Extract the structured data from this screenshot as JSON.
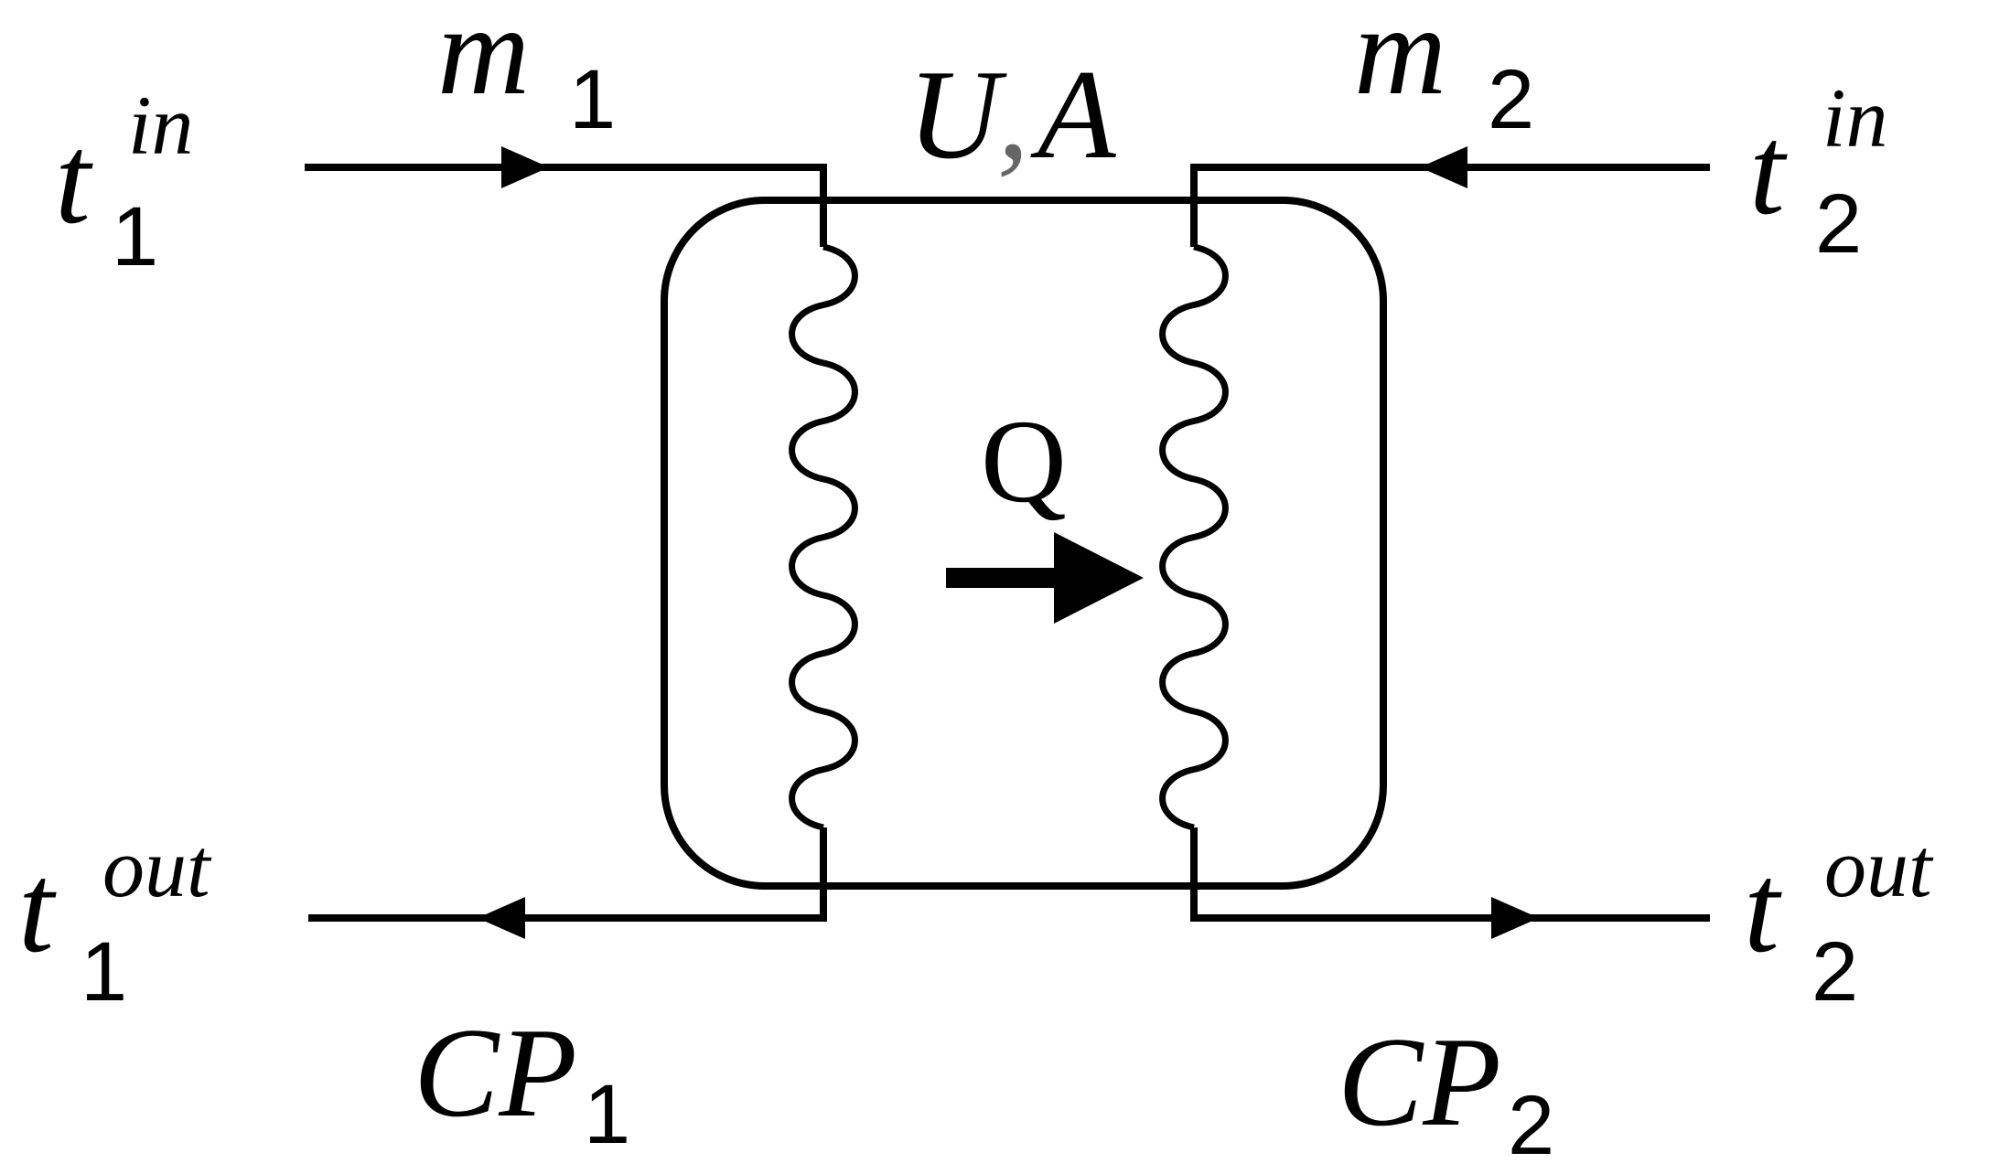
{
  "diagram": {
    "labels": {
      "t1_in": {
        "base": "t",
        "sub": "1",
        "sup": "in"
      },
      "t2_in": {
        "base": "t",
        "sub": "2",
        "sup": "in"
      },
      "t1_out": {
        "base": "t",
        "sub": "1",
        "sup": "out"
      },
      "t2_out": {
        "base": "t",
        "sub": "2",
        "sup": "out"
      },
      "m1": {
        "base": "m",
        "sub": "1"
      },
      "m2": {
        "base": "m",
        "sub": "2"
      },
      "cp1": {
        "base": "CP",
        "sub": "1"
      },
      "cp2": {
        "base": "CP",
        "sub": "2"
      },
      "ua": {
        "u": "U",
        "comma": ",",
        "a": "A"
      },
      "q": "Q"
    },
    "colors": {
      "line": "#000000",
      "comma": "#666666",
      "background": "#ffffff"
    }
  }
}
